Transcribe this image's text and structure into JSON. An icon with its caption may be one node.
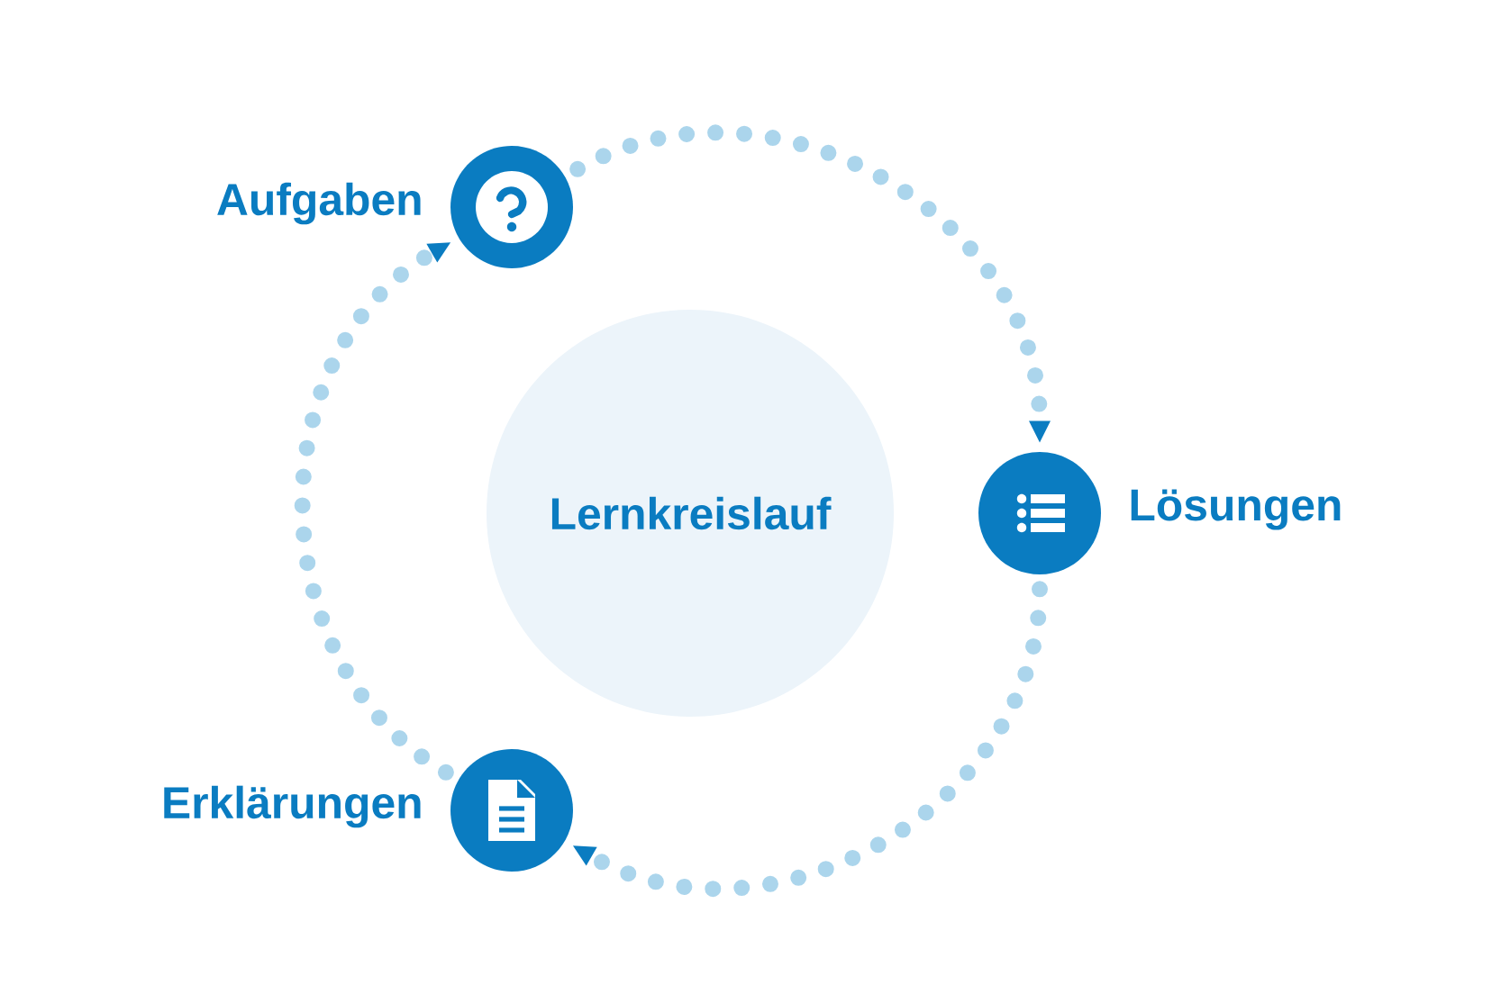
{
  "diagram": {
    "nodes": [
      {
        "text": [
          "Lernkreislauf"
        ]
      },
      {
        "text": [
          "Aufgaben"
        ]
      },
      {
        "text": [
          "Lösungen"
        ]
      },
      {
        "text": [
          "Erklärungen"
        ]
      }
    ],
    "edges": [
      {
        "from": 1,
        "to": 2,
        "arrow": "to"
      },
      {
        "from": 2,
        "to": 3,
        "arrow": "to"
      },
      {
        "from": 3,
        "to": 1,
        "arrow": "to"
      }
    ]
  }
}
